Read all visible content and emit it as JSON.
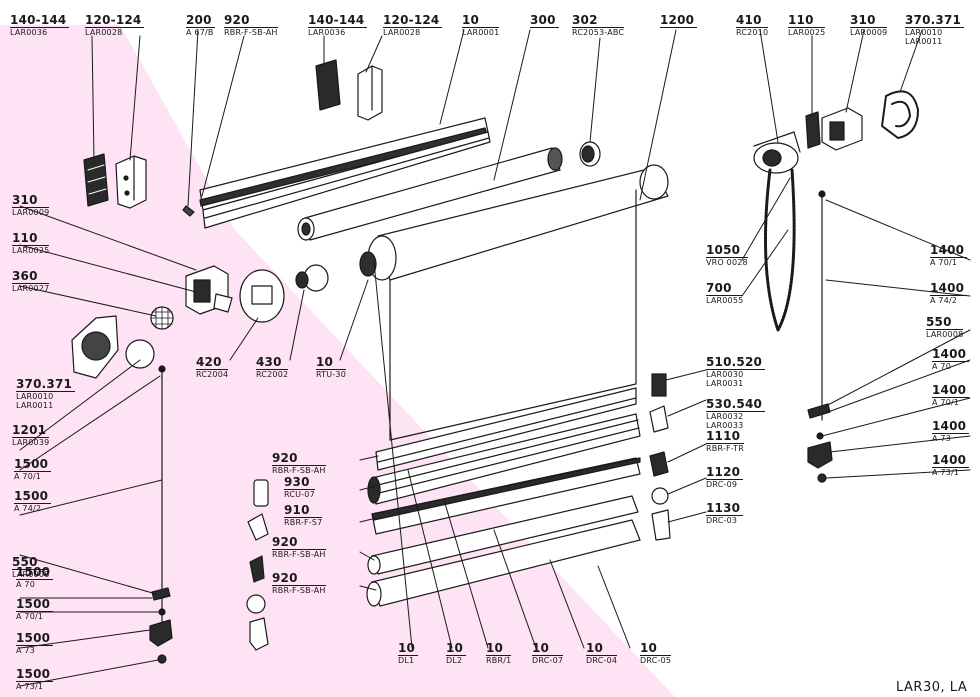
{
  "background_color": "#ffffff",
  "highlight_color": "#fde3f3",
  "line_color": "#1a1a1a",
  "labels": [
    {
      "id": "p140-144-a",
      "num": "140-144",
      "code": "LAR0036"
    },
    {
      "id": "p120-124-a",
      "num": "120-124",
      "code": "LAR0028"
    },
    {
      "id": "p200",
      "num": "200",
      "code": "A 67/B"
    },
    {
      "id": "p920-top",
      "num": "920",
      "code": "RBR-F-SB-AH"
    },
    {
      "id": "p140-144-b",
      "num": "140-144",
      "code": "LAR0036"
    },
    {
      "id": "p120-124-b",
      "num": "120-124",
      "code": "LAR0028"
    },
    {
      "id": "p10-top",
      "num": "10",
      "code": "LAR0001"
    },
    {
      "id": "p300",
      "num": "300",
      "code": ""
    },
    {
      "id": "p302",
      "num": "302",
      "code": "RC2053-ABC"
    },
    {
      "id": "p1200",
      "num": "1200",
      "code": ""
    },
    {
      "id": "p410",
      "num": "410",
      "code": "RC2010"
    },
    {
      "id": "p110-top",
      "num": "110",
      "code": "LAR0025"
    },
    {
      "id": "p310-top",
      "num": "310",
      "code": "LAR0009"
    },
    {
      "id": "p370-top",
      "num": "370.371",
      "code": "LAR0010",
      "code2": "LAR0011"
    },
    {
      "id": "p310-left",
      "num": "310",
      "code": "LAR0009"
    },
    {
      "id": "p110-left",
      "num": "110",
      "code": "LAR0025"
    },
    {
      "id": "p360",
      "num": "360",
      "code": "LAR0027"
    },
    {
      "id": "p370-left",
      "num": "370.371",
      "code": "LAR0010",
      "code2": "LAR0011"
    },
    {
      "id": "p1201",
      "num": "1201",
      "code": "LAR0039"
    },
    {
      "id": "p1500-a",
      "num": "1500",
      "code": "A 70/1"
    },
    {
      "id": "p1500-b",
      "num": "1500",
      "code": "A 74/2"
    },
    {
      "id": "p550-left",
      "num": "550",
      "code": "LAR0008"
    },
    {
      "id": "p1500-c",
      "num": "1500",
      "code": "A 70"
    },
    {
      "id": "p1500-d",
      "num": "1500",
      "code": "A 70/1"
    },
    {
      "id": "p1500-e",
      "num": "1500",
      "code": "A 73"
    },
    {
      "id": "p1500-f",
      "num": "1500",
      "code": "A 73/1"
    },
    {
      "id": "p420",
      "num": "420",
      "code": "RC2004"
    },
    {
      "id": "p430",
      "num": "430",
      "code": "RC2002"
    },
    {
      "id": "p10-rtu",
      "num": "10",
      "code": "RTU-30"
    },
    {
      "id": "p1050",
      "num": "1050",
      "code": "VRO 0028"
    },
    {
      "id": "p700",
      "num": "700",
      "code": "LAR0055"
    },
    {
      "id": "p1400-a",
      "num": "1400",
      "code": "A 70/1"
    },
    {
      "id": "p1400-b",
      "num": "1400",
      "code": "A 74/2"
    },
    {
      "id": "p550-right",
      "num": "550",
      "code": "LAR0008"
    },
    {
      "id": "p1400-c",
      "num": "1400",
      "code": "A 70"
    },
    {
      "id": "p1400-d",
      "num": "1400",
      "code": "A 70/1"
    },
    {
      "id": "p1400-e",
      "num": "1400",
      "code": "A 73"
    },
    {
      "id": "p1400-f",
      "num": "1400",
      "code": "A 73/1"
    },
    {
      "id": "p510",
      "num": "510.520",
      "code": "LAR0030",
      "code2": "LAR0031"
    },
    {
      "id": "p530",
      "num": "530.540",
      "code": "LAR0032",
      "code2": "LAR0033"
    },
    {
      "id": "p1110",
      "num": "1110",
      "code": "RBR-F-TR"
    },
    {
      "id": "p1120",
      "num": "1120",
      "code": "DRC-09"
    },
    {
      "id": "p1130",
      "num": "1130",
      "code": "DRC-03"
    },
    {
      "id": "p920-m1",
      "num": "920",
      "code": "RBR-F-SB-AH"
    },
    {
      "id": "p930",
      "num": "930",
      "code": "RCU-07"
    },
    {
      "id": "p910",
      "num": "910",
      "code": "RBR-F-S7"
    },
    {
      "id": "p920-m2",
      "num": "920",
      "code": "RBR-F-SB-AH"
    },
    {
      "id": "p920-m3",
      "num": "920",
      "code": "RBR-F-SB-AH"
    },
    {
      "id": "p10-dl1",
      "num": "10",
      "code": "DL1"
    },
    {
      "id": "p10-dl2",
      "num": "10",
      "code": "DL2"
    },
    {
      "id": "p10-rbr",
      "num": "10",
      "code": "RBR/1"
    },
    {
      "id": "p10-drc07",
      "num": "10",
      "code": "DRC-07"
    },
    {
      "id": "p10-drc04",
      "num": "10",
      "code": "DRC-04"
    },
    {
      "id": "p10-drc05",
      "num": "10",
      "code": "DRC-05"
    }
  ],
  "footer": "LAR30, LA"
}
